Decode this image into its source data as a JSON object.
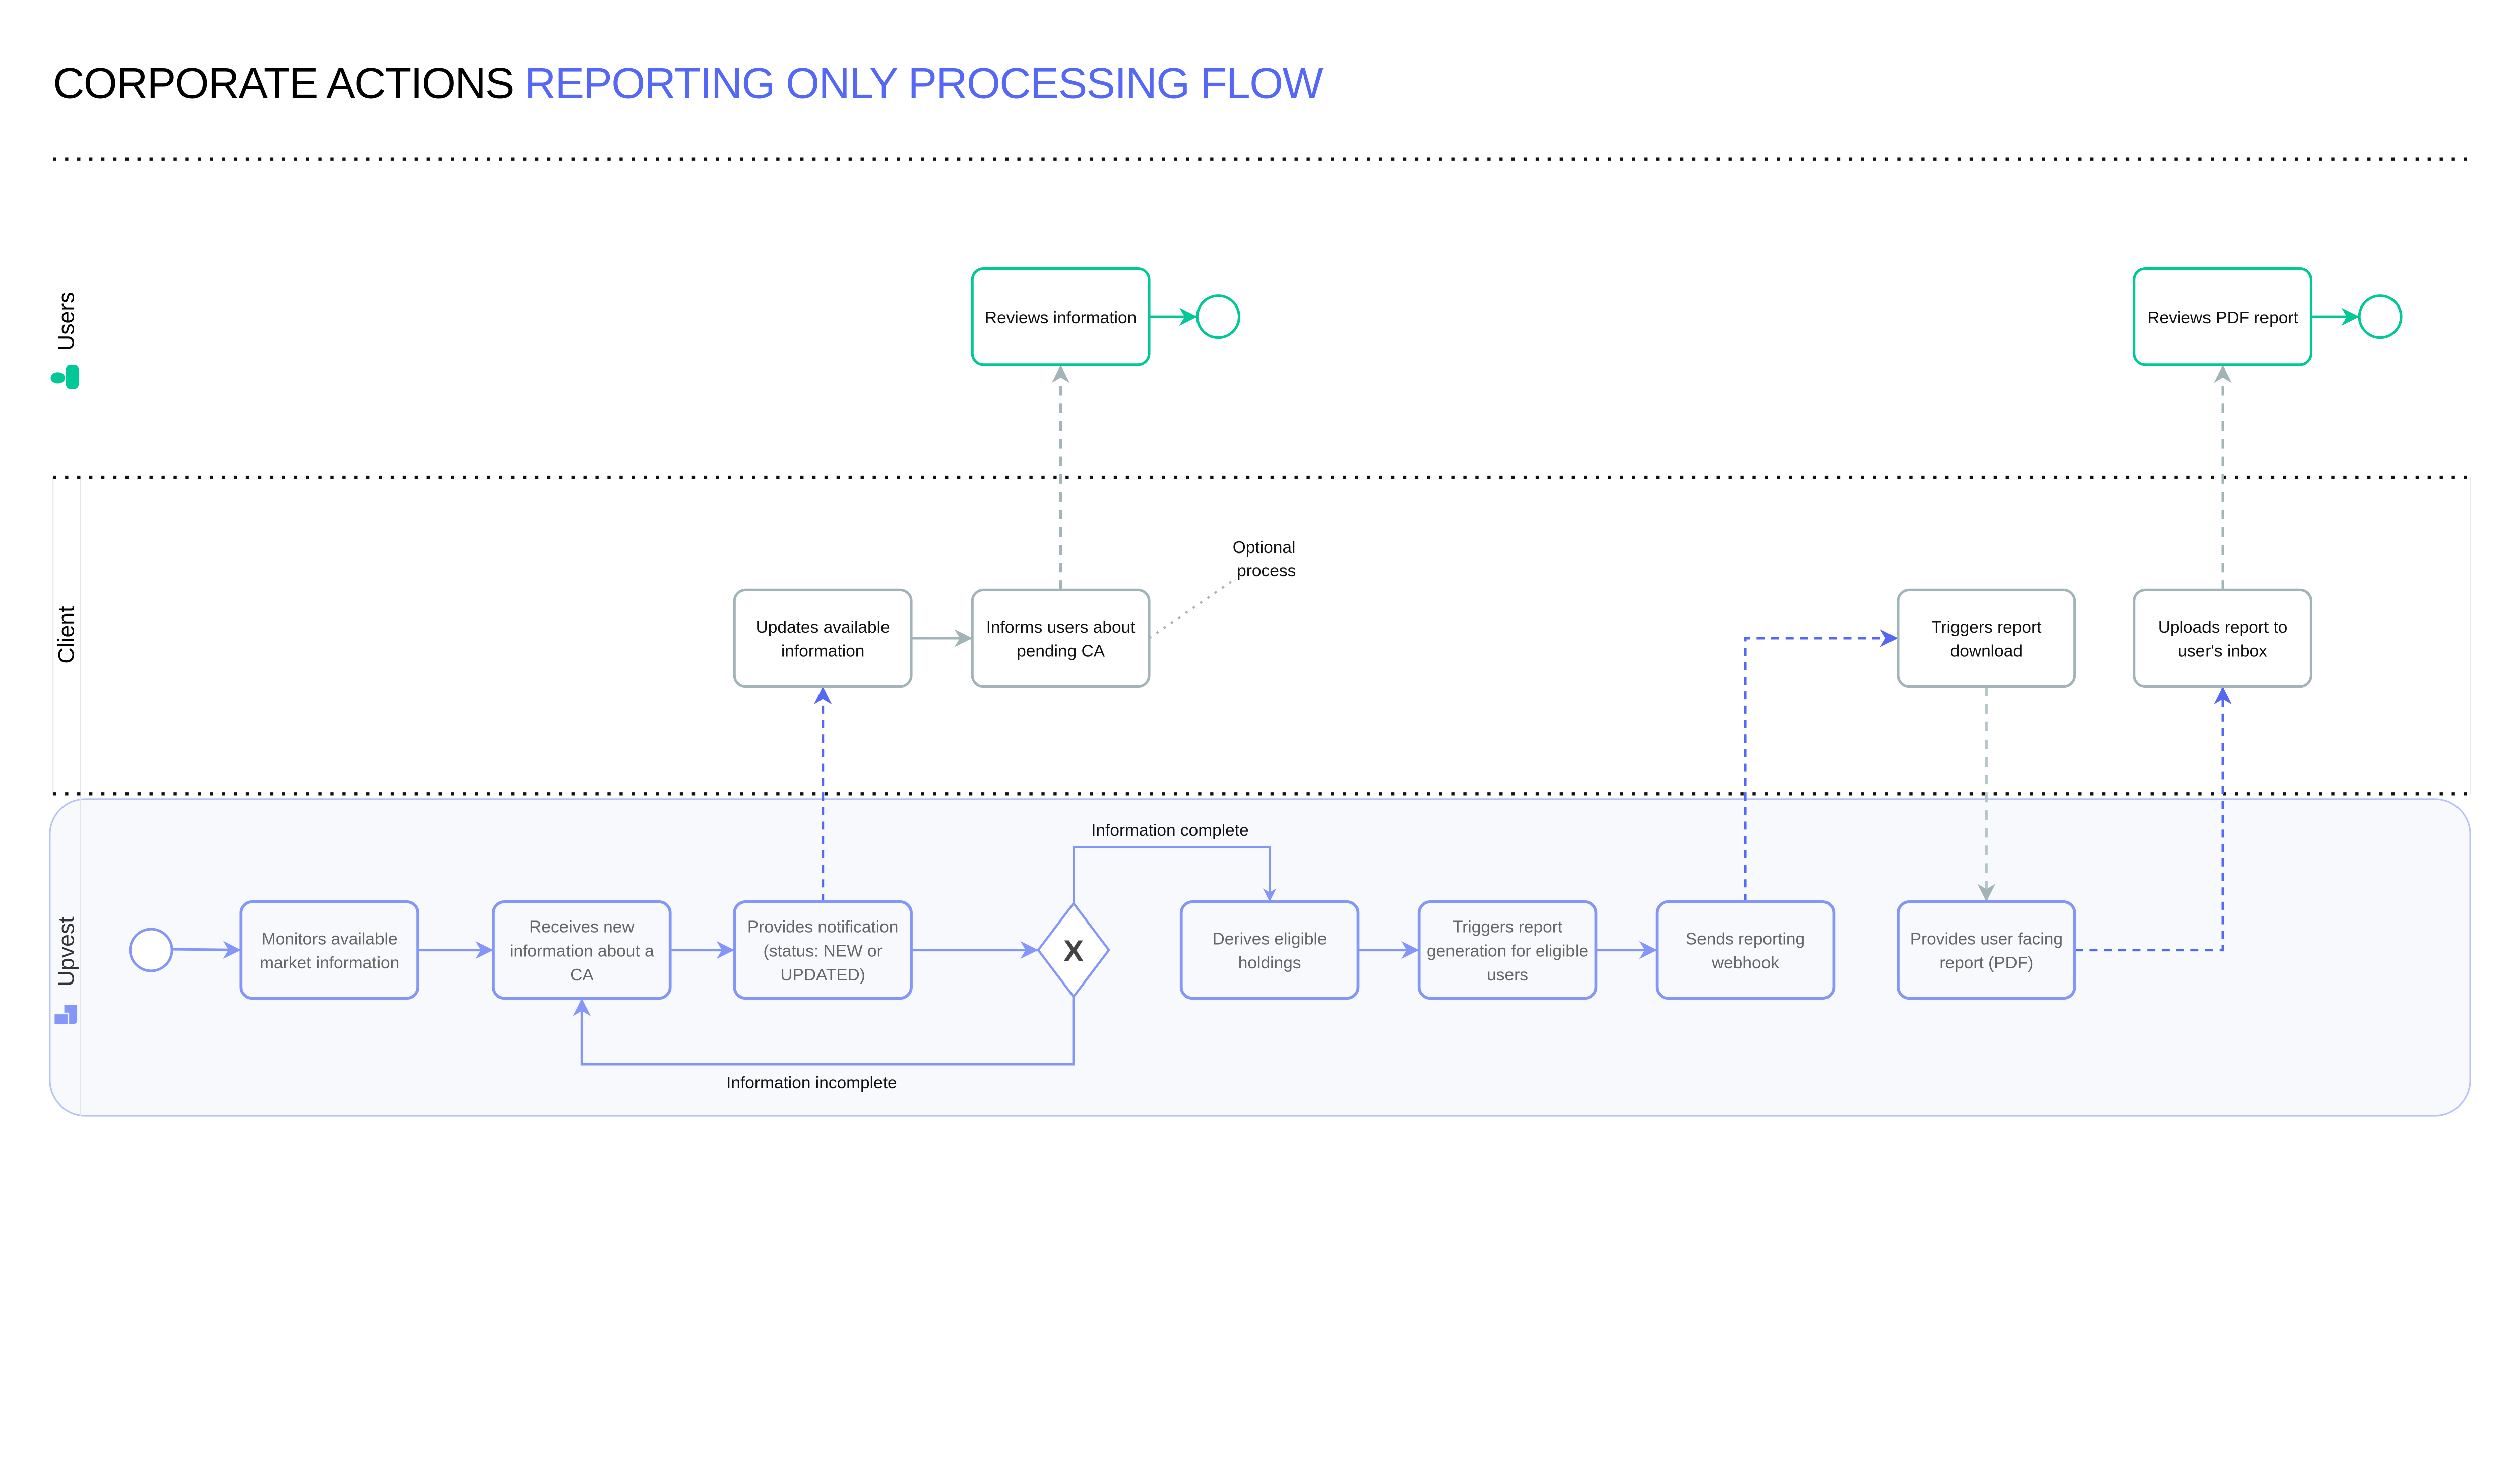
{
  "title": {
    "part1": "CORPORATE ACTIONS",
    "part2": "REPORTING ONLY PROCESSING FLOW"
  },
  "colors": {
    "accent_blue": "#5468f5",
    "flow_blue": "#8497f8",
    "user_green": "#00c896",
    "client_gray": "#a2b4b8",
    "upvest_lane_fill": "#f8f9fc"
  },
  "lanes": [
    {
      "id": "users",
      "label": "Users",
      "icon": "user-icon"
    },
    {
      "id": "client",
      "label": "Client",
      "icon": ""
    },
    {
      "id": "upvest",
      "label": "Upvest",
      "icon": "upvest-logo-icon"
    }
  ],
  "nodes": [
    {
      "id": "reviews-information",
      "lane": "users",
      "lines": [
        "Reviews information"
      ]
    },
    {
      "id": "reviews-pdf-report",
      "lane": "users",
      "lines": [
        "Reviews PDF report"
      ]
    },
    {
      "id": "updates-available-information",
      "lane": "client",
      "lines": [
        "Updates available",
        "information"
      ]
    },
    {
      "id": "informs-users-pending-ca",
      "lane": "client",
      "lines": [
        "Informs users about",
        "pending CA"
      ]
    },
    {
      "id": "triggers-report-download",
      "lane": "client",
      "lines": [
        "Triggers report",
        "download"
      ]
    },
    {
      "id": "uploads-report-inbox",
      "lane": "client",
      "lines": [
        "Uploads report to",
        "user's inbox"
      ]
    },
    {
      "id": "monitors-market-information",
      "lane": "upvest",
      "lines": [
        "Monitors available",
        "market information"
      ]
    },
    {
      "id": "receives-new-information",
      "lane": "upvest",
      "lines": [
        "Receives new",
        "information about a",
        "CA"
      ]
    },
    {
      "id": "provides-notification",
      "lane": "upvest",
      "lines": [
        "Provides notification",
        "(status: NEW or",
        "UPDATED)"
      ]
    },
    {
      "id": "derives-eligible-holdings",
      "lane": "upvest",
      "lines": [
        "Derives eligible",
        "holdings"
      ]
    },
    {
      "id": "triggers-report-generation",
      "lane": "upvest",
      "lines": [
        "Triggers report",
        "generation for eligible",
        "users"
      ]
    },
    {
      "id": "sends-reporting-webhook",
      "lane": "upvest",
      "lines": [
        "Sends reporting",
        "webhook"
      ]
    },
    {
      "id": "provides-user-report",
      "lane": "upvest",
      "lines": [
        "Provides user facing",
        "report (PDF)"
      ]
    }
  ],
  "gateway": {
    "symbol": "X"
  },
  "flow_labels": {
    "complete": "Information complete",
    "incomplete": "Information incomplete"
  },
  "annotation": {
    "lines": [
      "Optional",
      "process"
    ]
  }
}
